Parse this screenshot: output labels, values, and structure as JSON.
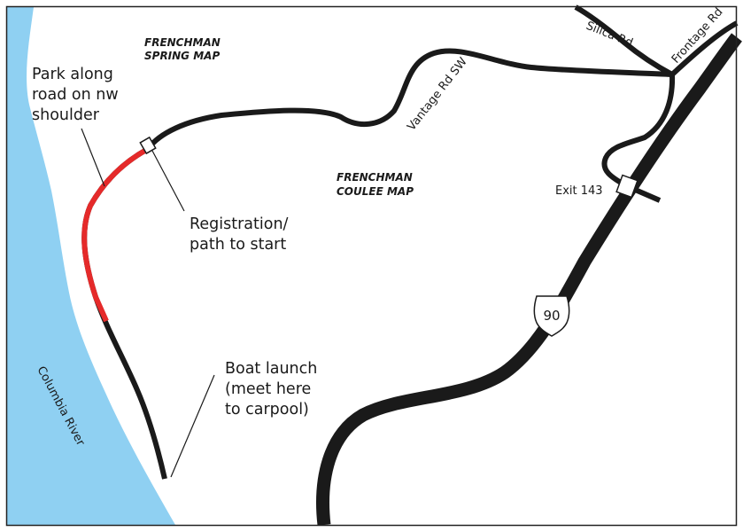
{
  "areas": {
    "spring": [
      "FRENCHMAN",
      "SPRING MAP"
    ],
    "coulee": [
      "FRENCHMAN",
      "COULEE MAP"
    ]
  },
  "roads": {
    "silica": "Silica Rd",
    "frontage": "Frontage Rd",
    "vantage": "Vantage Rd SW",
    "exit": "Exit 143",
    "interstate": "90"
  },
  "river": {
    "name": "Columbia River",
    "color": "#8fd0f2"
  },
  "callouts": {
    "park": [
      "Park along",
      "road on nw",
      "shoulder"
    ],
    "registration": [
      "Registration/",
      "path to start"
    ],
    "boat": [
      "Boat launch",
      "(meet here",
      "to carpool)"
    ]
  },
  "colors": {
    "road": "#1a1a1a",
    "parking": "#e52a2a",
    "frame": "#222222"
  }
}
